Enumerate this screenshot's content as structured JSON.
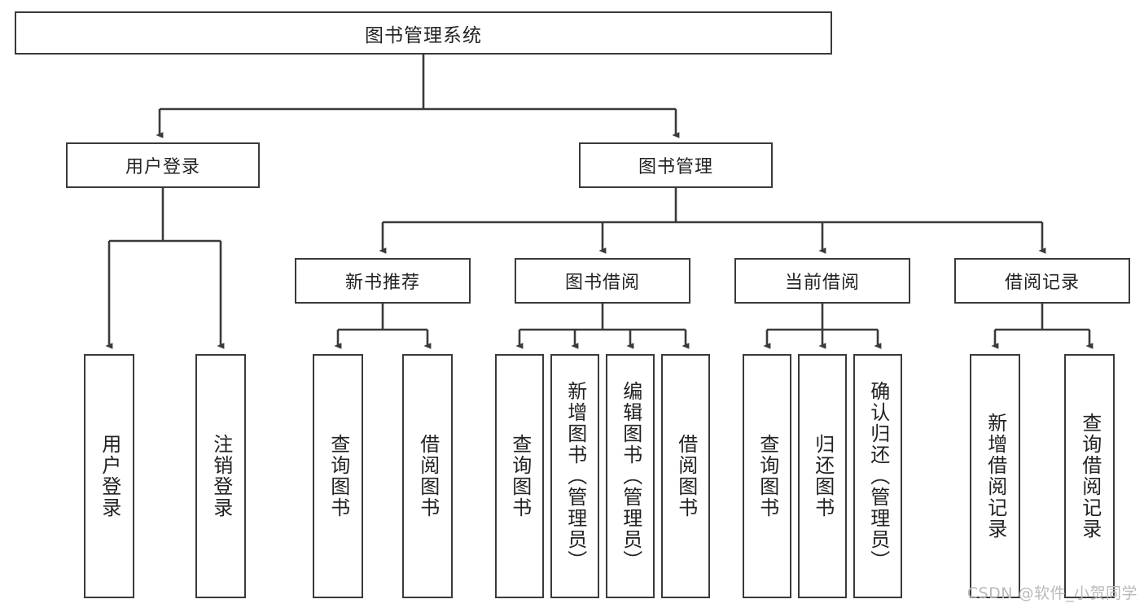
{
  "diagram": {
    "type": "tree-hierarchy",
    "title": "图书管理系统",
    "watermark": "CSDN @软件_小贺同学",
    "colors": {
      "stroke": "#3a3a3a",
      "fill": "#ffffff",
      "text": "#222222",
      "watermark": "#b9b9b9"
    },
    "root": {
      "label": "图书管理系统"
    },
    "level2": [
      {
        "label": "用户登录"
      },
      {
        "label": "图书管理"
      }
    ],
    "level3": [
      {
        "label": "新书推荐"
      },
      {
        "label": "图书借阅"
      },
      {
        "label": "当前借阅"
      },
      {
        "label": "借阅记录"
      }
    ],
    "leaves": {
      "user_login": [
        {
          "label": "用户登录"
        },
        {
          "label": "注销登录"
        }
      ],
      "new_book": [
        {
          "label": "查询图书"
        },
        {
          "label": "借阅图书"
        }
      ],
      "book_borrow": [
        {
          "label": "查询图书"
        },
        {
          "label": "新增图书（管理员）"
        },
        {
          "label": "编辑图书（管理员）"
        },
        {
          "label": "借阅图书"
        }
      ],
      "current_borrow": [
        {
          "label": "查询图书"
        },
        {
          "label": "归还图书"
        },
        {
          "label": "确认归还（管理员）"
        }
      ],
      "borrow_record": [
        {
          "label": "新增借阅记录"
        },
        {
          "label": "查询借阅记录"
        }
      ]
    }
  }
}
